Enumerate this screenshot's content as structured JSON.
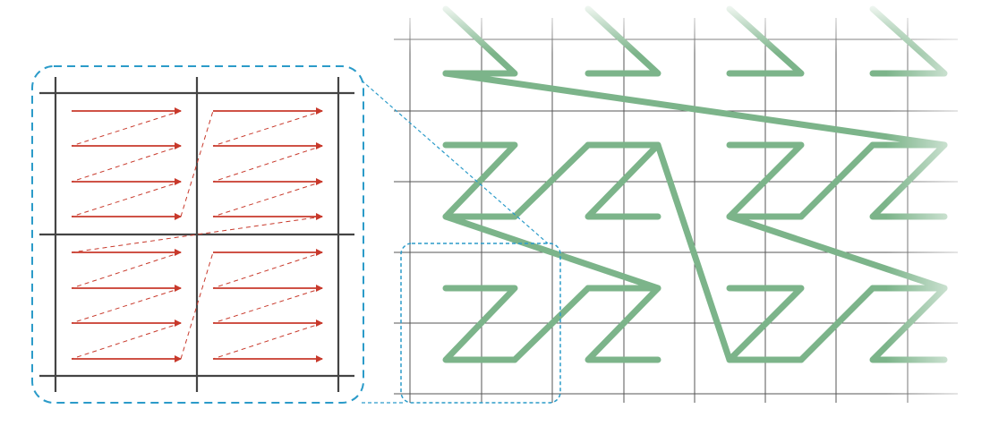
{
  "diagram": {
    "type": "z-order-curve-tiling",
    "colors": {
      "background": "#ffffff",
      "grid": "#555555",
      "curve": "#7cb48a",
      "zoom_frame": "#2b9bc9",
      "arrow": "#c8392b",
      "return_path": "#c8392b",
      "inset_grid": "#444444"
    },
    "inset": {
      "rows_per_quadrant": 4,
      "quadrants": 4
    }
  }
}
